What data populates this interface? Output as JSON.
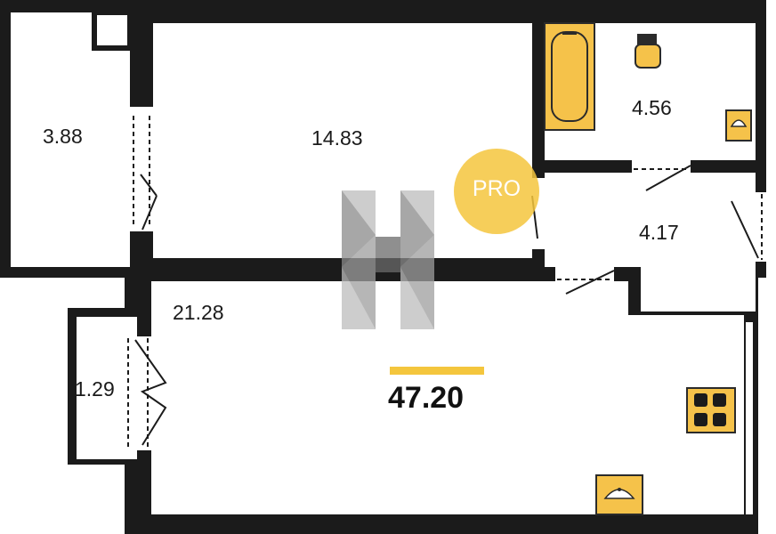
{
  "rooms": [
    {
      "id": "storage",
      "area": "3.88"
    },
    {
      "id": "room",
      "area": "14.83"
    },
    {
      "id": "bathroom",
      "area": "4.56"
    },
    {
      "id": "hall",
      "area": "4.17"
    },
    {
      "id": "kitchen-living",
      "area": "21.28"
    },
    {
      "id": "balcony",
      "area": "1.29"
    }
  ],
  "total_area": "47.20",
  "badge": {
    "text": "PRO"
  },
  "colors": {
    "wall": "#1b1b1b",
    "fixture_fill": "#f5c24a",
    "fixture_stroke": "#2b2b2b",
    "accent": "#f4c63d",
    "badge": "#f4c63d",
    "watermark_dark": "#6a6a6a",
    "watermark_light": "#bdbdbd"
  },
  "icons": [
    "bathtub-icon",
    "toilet-icon",
    "sink-icon",
    "stove-icon",
    "kitchen-sink-icon",
    "watermark-logo-icon"
  ]
}
